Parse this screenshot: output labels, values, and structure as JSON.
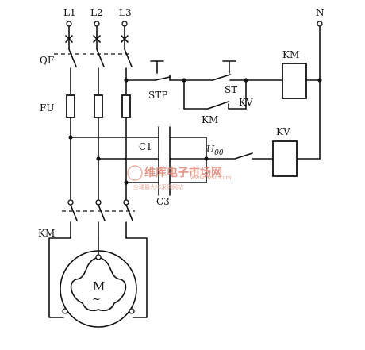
{
  "labels": {
    "l1": "L1",
    "l2": "L2",
    "l3": "L3",
    "n": "N",
    "qf": "QF",
    "fu": "FU",
    "km_top": "KM",
    "stp": "STP",
    "st": "ST",
    "kv_contact": "KV",
    "km_contact": "KM",
    "kv_coil": "KV",
    "c1": "C1",
    "c3": "C3",
    "u00_main": "U",
    "u00_sub": "00",
    "km_bottom": "KM",
    "motor": "M",
    "motor_tilde": "~"
  },
  "watermark": {
    "title": "维库电子市场网",
    "subtitle": "全球最大IC采购网站",
    "url": "www.dzsc.com"
  }
}
